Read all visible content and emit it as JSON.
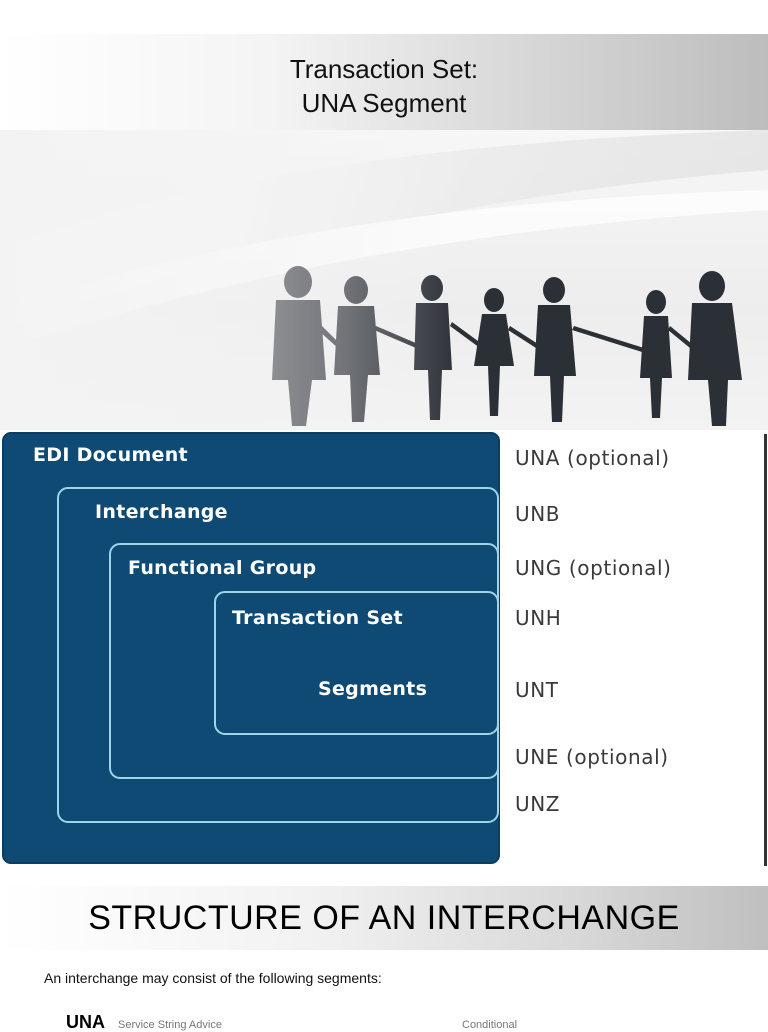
{
  "header": {
    "title_line1": "Transaction Set:",
    "title_line2": "UNA Segment"
  },
  "photo": {
    "description_icon": "business-people-holding-hands-image"
  },
  "diagram": {
    "box_fill": "#0e4a73",
    "box_stroke": "#9fd3ea",
    "boxes": {
      "edi_document": "EDI Document",
      "interchange": "Interchange",
      "functional_group": "Functional Group",
      "transaction_set": "Transaction Set",
      "segments": "Segments"
    },
    "segment_labels": {
      "una": "UNA (optional)",
      "unb": "UNB",
      "ung": "UNG (optional)",
      "unh": "UNH",
      "unt": "UNT",
      "une": "UNE (optional)",
      "unz": "UNZ"
    }
  },
  "section": {
    "title": "STRUCTURE OF AN INTERCHANGE",
    "intro": "An interchange may consist of the following segments:",
    "first_item_bold": "UNA",
    "first_item_text": "Service String Advice",
    "first_item_right": "Conditional"
  }
}
